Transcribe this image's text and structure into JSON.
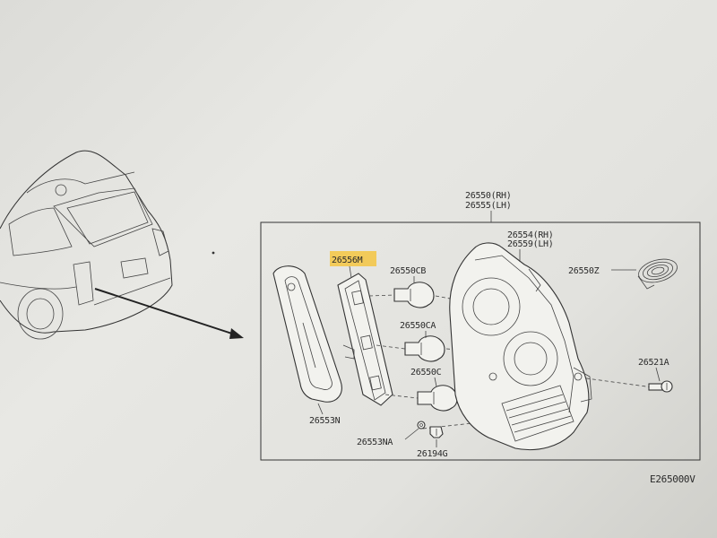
{
  "labels": {
    "assembly_rh": "26550(RH)",
    "assembly_lh": "26555(LH)",
    "housing_rh": "26554(RH)",
    "housing_lh": "26559(LH)",
    "bulb_socket": "26556M",
    "bulb_cb": "26550CB",
    "bulb_ca": "26550CA",
    "bulb_c": "26550C",
    "reflector": "26553N",
    "harness": "26550Z",
    "screw": "26521A",
    "clip_na": "26553NA",
    "grommet": "26194G",
    "figure_code": "E265000V"
  },
  "colors": {
    "highlight": "#f5c542",
    "line": "#333333"
  }
}
